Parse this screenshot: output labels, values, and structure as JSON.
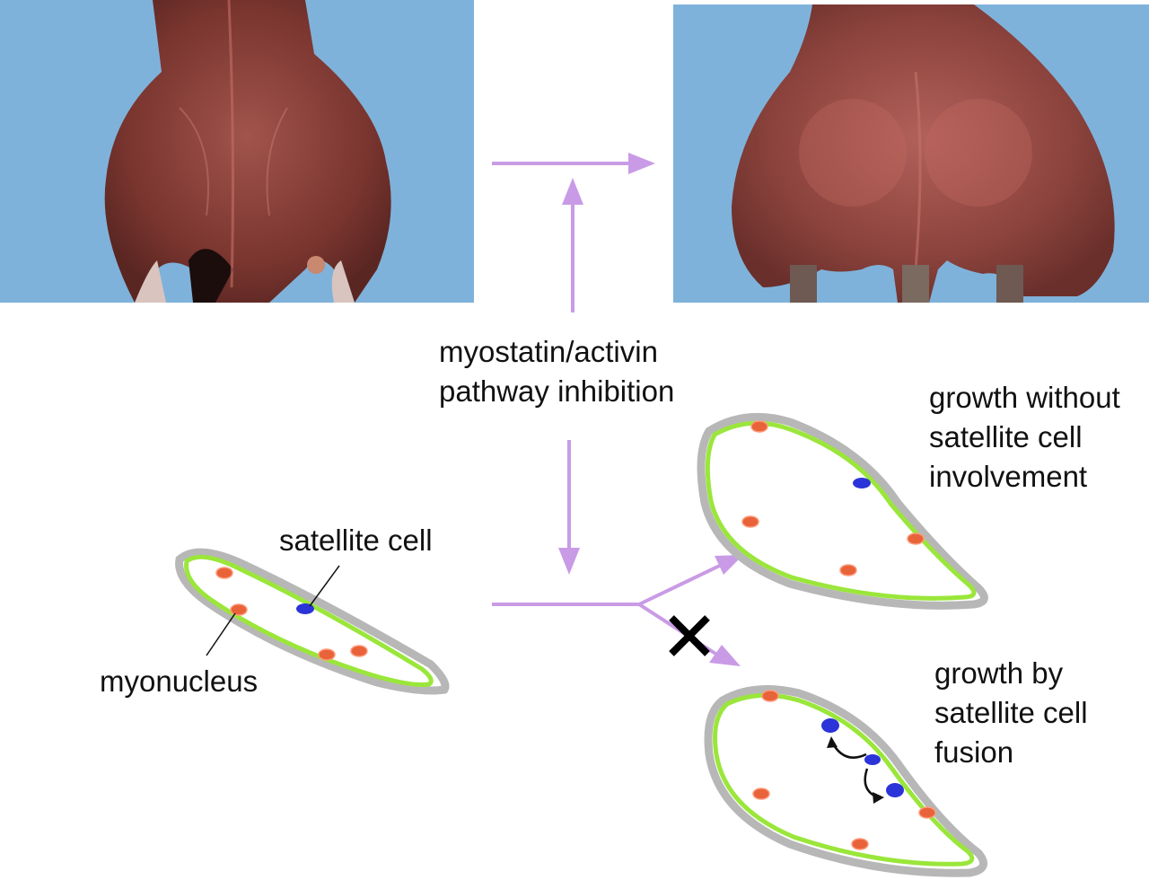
{
  "colors": {
    "arrow": "#c99be6",
    "fiber_fill": "#ffffff",
    "fiber_stroke": "#9ae63a",
    "fiber_halo": "#b7b7b7",
    "myonucleus": "#e8623a",
    "satellite_cell": "#2b34d8",
    "block_mark": "#000000",
    "photo_background": "#7fb2da",
    "muscle": "#8c3f38"
  },
  "photos": {
    "left": {
      "description_icon": "muscle-photo-icon"
    },
    "right": {
      "description_icon": "muscle-photo-icon"
    }
  },
  "labels": {
    "pathway": [
      "myostatin/activin",
      "pathway inhibition"
    ],
    "satellite_cell": "satellite cell",
    "myonucleus": "myonucleus",
    "growth_without": [
      "growth without",
      "satellite cell",
      "involvement"
    ],
    "growth_by": [
      "growth by",
      "satellite cell",
      "fusion"
    ]
  },
  "block_mark": {
    "glyph": "✕",
    "icon": "blocked-x-icon"
  }
}
